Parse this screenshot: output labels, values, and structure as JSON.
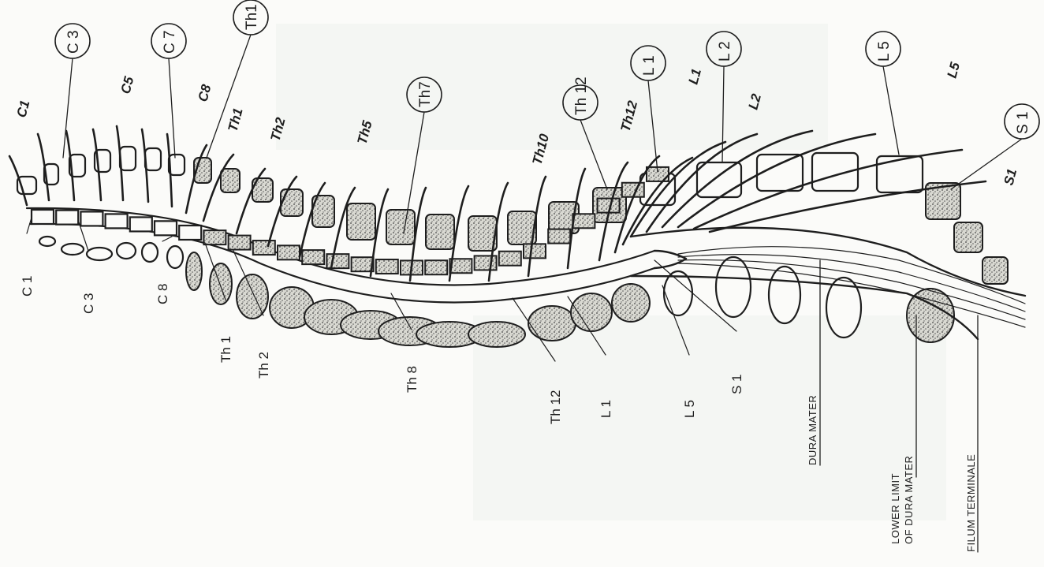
{
  "circled_labels": [
    "C 3",
    "C 7",
    "Th1",
    "Th7",
    "Th 12",
    "L 1",
    "L 2",
    "L 5",
    "S 1"
  ],
  "root_labels": [
    "C1",
    "C5",
    "C8",
    "Th1",
    "Th2",
    "Th5",
    "Th10",
    "Th12",
    "L1",
    "L2",
    "L5",
    "S1"
  ],
  "segment_labels": [
    "C 1",
    "C 3",
    "C 8",
    "Th 1",
    "Th 2",
    "Th 8",
    "Th 12",
    "L 1",
    "L 5",
    "S 1"
  ],
  "captions": [
    "DURA MATER",
    "LOWER LIMIT",
    "OF DURA MATER",
    "FILUM TERMINALE"
  ]
}
